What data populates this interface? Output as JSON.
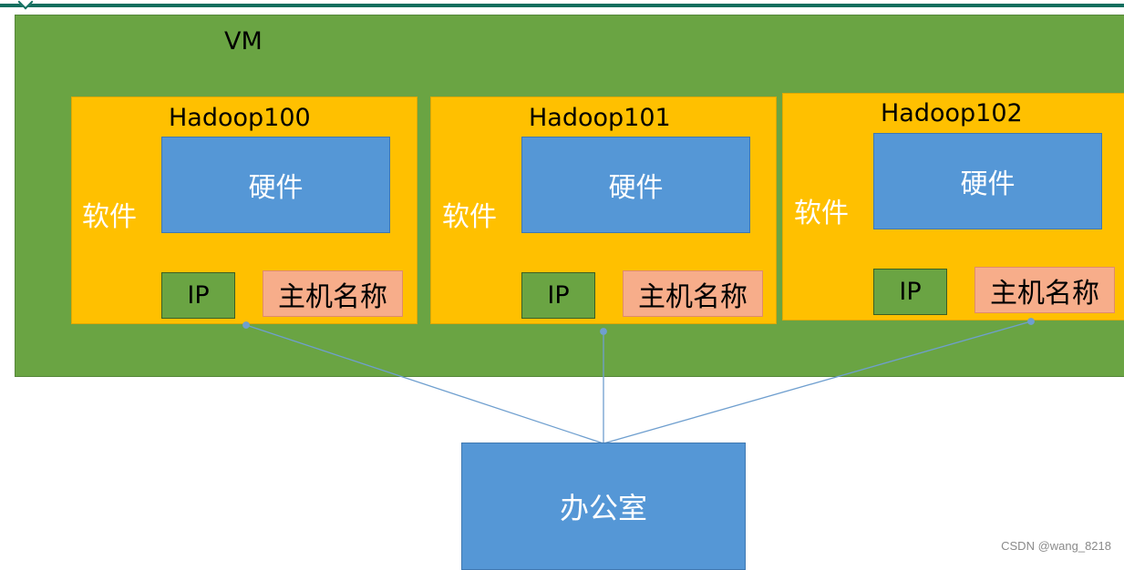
{
  "vm": {
    "label": "VM"
  },
  "hosts": [
    {
      "title": "Hadoop100",
      "software": "软件",
      "hardware": "硬件",
      "ip": "IP",
      "hostname": "主机名称"
    },
    {
      "title": "Hadoop101",
      "software": "软件",
      "hardware": "硬件",
      "ip": "IP",
      "hostname": "主机名称"
    },
    {
      "title": "Hadoop102",
      "software": "软件",
      "hardware": "硬件",
      "ip": "IP",
      "hostname": "主机名称"
    }
  ],
  "office": {
    "label": "办公室"
  },
  "watermark": "CSDN @wang_8218",
  "colors": {
    "vm_green": "#6aa443",
    "host_yellow": "#ffc000",
    "hardware_blue": "#5597d6",
    "hostname_salmon": "#f7ad8a",
    "connector_blue": "#6f9fcf"
  }
}
